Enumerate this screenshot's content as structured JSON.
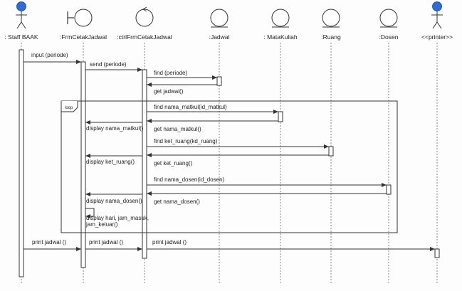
{
  "participants": [
    {
      "id": "staff",
      "label": ": Staff BAAK",
      "type": "actor",
      "color": "#2b6cd9"
    },
    {
      "id": "frm",
      "label": ":FrmCetakJadwal",
      "type": "boundary"
    },
    {
      "id": "ctrl",
      "label": ":ctrlFrmCetakJadwal",
      "type": "control"
    },
    {
      "id": "jadwal",
      "label": ":Jadwal",
      "type": "entity"
    },
    {
      "id": "mk",
      "label": ": MataKuliah",
      "type": "entity"
    },
    {
      "id": "ruang",
      "label": ":Ruang",
      "type": "entity"
    },
    {
      "id": "dosen",
      "label": ":Dosen",
      "type": "entity"
    },
    {
      "id": "printer",
      "label": "<<printer>>",
      "type": "actor",
      "color": "#2b6cd9"
    }
  ],
  "fragment": {
    "label": "loop"
  },
  "messages": [
    {
      "id": "m1",
      "text": "input  (periode)",
      "kind": "sync"
    },
    {
      "id": "m2",
      "text": "send  (periode)",
      "kind": "sync"
    },
    {
      "id": "m3",
      "text": "find  (periode)",
      "kind": "sync"
    },
    {
      "id": "m4",
      "text": "get  jadwal()",
      "kind": "return"
    },
    {
      "id": "m5",
      "text": "find  nama_matkul(id_matkul)",
      "kind": "sync"
    },
    {
      "id": "m6",
      "text": "get  nama_matkul()",
      "kind": "return"
    },
    {
      "id": "m7",
      "text": "display  nama_matkul()",
      "kind": "return"
    },
    {
      "id": "m8",
      "text": "find  ket_ruang(kd_ruang)",
      "kind": "sync"
    },
    {
      "id": "m9",
      "text": "get  ket_ruang()",
      "kind": "return"
    },
    {
      "id": "m10",
      "text": "display  ket_ruang()",
      "kind": "return"
    },
    {
      "id": "m11",
      "text": "find  nama_dosen(id_dosen)",
      "kind": "sync"
    },
    {
      "id": "m12",
      "text": "get  nama_dosen()",
      "kind": "return"
    },
    {
      "id": "m13",
      "text": "display  nama_dosen()",
      "kind": "return"
    },
    {
      "id": "m14",
      "lines": [
        "display  hari,  jam_masuk,",
        "jam_keluar()"
      ],
      "kind": "self"
    },
    {
      "id": "m15",
      "text": "print  jadwal  ()",
      "kind": "sync"
    },
    {
      "id": "m16",
      "text": "print  jadwal  ()",
      "kind": "sync"
    },
    {
      "id": "m17",
      "text": "print  jadwal  ()",
      "kind": "sync"
    }
  ]
}
